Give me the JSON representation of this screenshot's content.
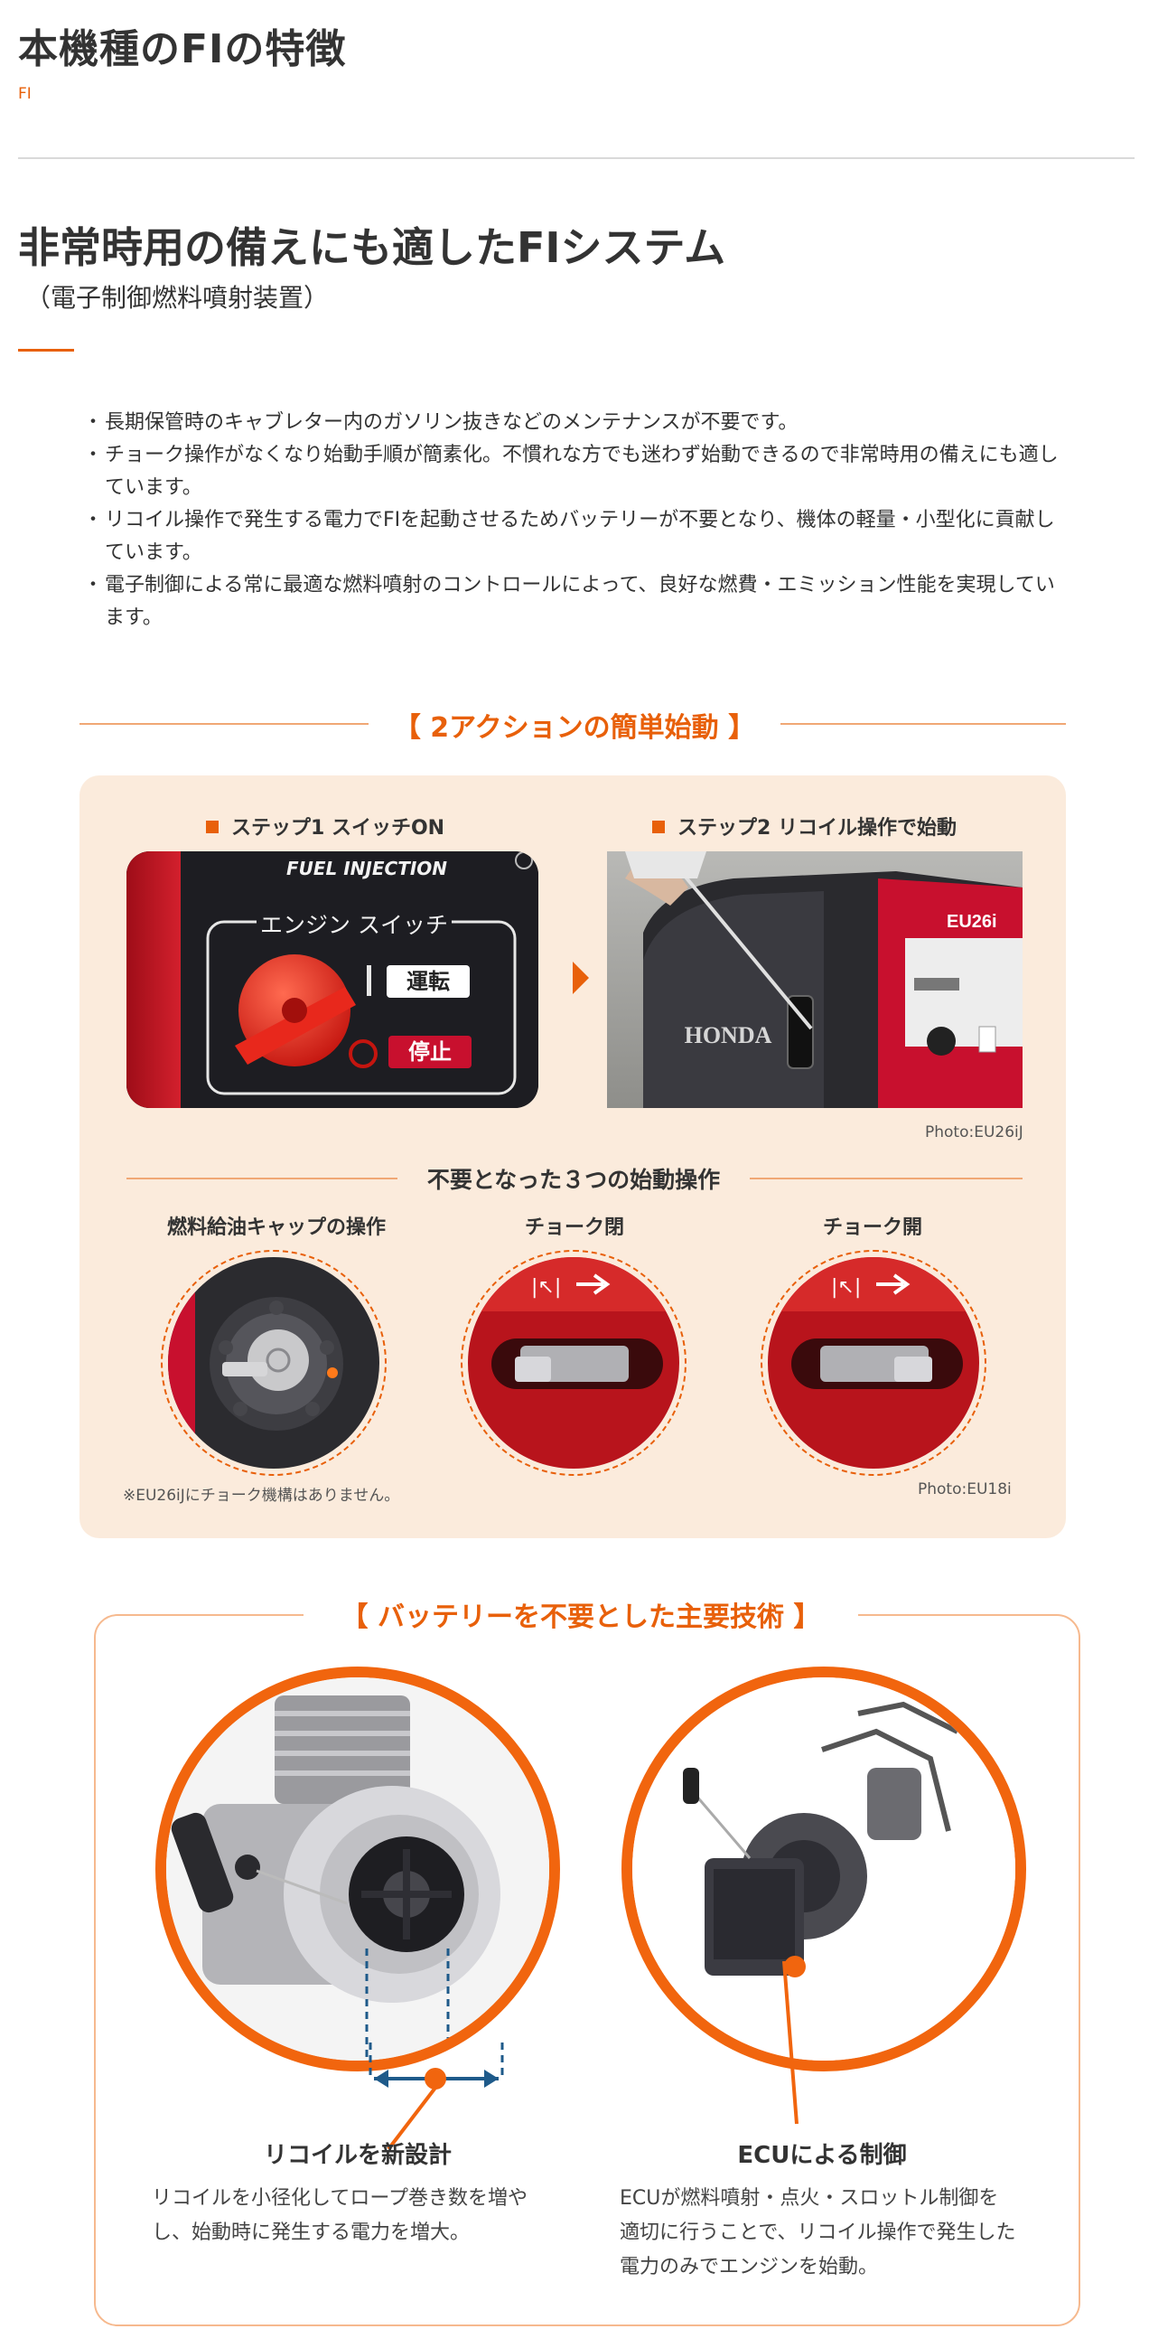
{
  "header": {
    "title": "本機種のFIの特徴",
    "subtitle": "FI"
  },
  "section": {
    "title": "非常時用の備えにも適したFIシステム",
    "subtitle": "（電子制御燃料噴射装置）",
    "bullets": [
      "長期保管時のキャブレター内のガソリン抜きなどのメンテナンスが不要です。",
      "チョーク操作がなくなり始動手順が簡素化。不慣れな方でも迷わず始動できるので非常時用の備えにも適しています。",
      "リコイル操作で発生する電力でFIを起動させるためバッテリーが不要となり、機体の軽量・小型化に貢献しています。",
      "電子制御による常に最適な燃料噴射のコントロールによって、良好な燃費・エミッション性能を実現しています。"
    ]
  },
  "two_action": {
    "headline": "【 2アクションの簡単始動 】",
    "step1_label": "ステップ1 スイッチON",
    "step2_label": "ステップ2 リコイル操作で始動",
    "switch_image": {
      "brand": "FUEL INJECTION",
      "panel_label": "エンジン スイッチ",
      "on_label": "運転",
      "off_label": "停止"
    },
    "step2_image": {
      "brand": "HONDA",
      "model": "EU26i"
    },
    "photo_caption_1": "Photo:EU26iJ",
    "unneeded_heading": "不要となった３つの始動操作",
    "operations": [
      {
        "label": "燃料給油キャップの操作"
      },
      {
        "label": "チョーク閉"
      },
      {
        "label": "チョーク開"
      }
    ],
    "note": "※EU26iJにチョーク機構はありません。",
    "photo_caption_2": "Photo:EU18i"
  },
  "battery_free": {
    "headline": "【 バッテリーを不要とした主要技術 】",
    "items": [
      {
        "title": "リコイルを新設計",
        "body": "リコイルを小径化してロープ巻き数を増やし、始動時に発生する電力を増大。"
      },
      {
        "title": "ECUによる制御",
        "body": "ECUが燃料噴射・点火・スロットル制御を適切に行うことで、リコイル操作で発生した電力のみでエンジンを始動。"
      }
    ]
  },
  "colors": {
    "accent": "#e8600a",
    "panel_bg": "#fbebdc",
    "text": "#333333",
    "honda_red": "#c8102e"
  }
}
